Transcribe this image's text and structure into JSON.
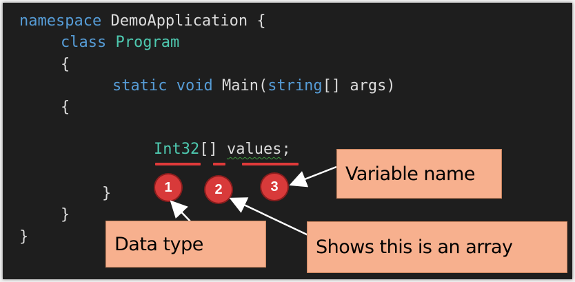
{
  "code": {
    "line1": {
      "kw": "namespace",
      "rest": " DemoApplication {"
    },
    "line2": {
      "kw": "class",
      "sp": " ",
      "type": "Program"
    },
    "line3": "{",
    "line4": {
      "kw1": "static",
      "sp1": " ",
      "kw2": "void",
      "mid": " Main(",
      "kw3": "string",
      "rest": "[] args)"
    },
    "line5": "{",
    "line6": {
      "type": "Int32",
      "brackets": "[]",
      "sp": " ",
      "name": "values",
      "semi": ";"
    },
    "line7": "}",
    "line8": "}",
    "line9": "}"
  },
  "annotations": [
    {
      "number": "1",
      "label": "Data type"
    },
    {
      "number": "2",
      "label": "Shows this is an array"
    },
    {
      "number": "3",
      "label": "Variable name"
    }
  ],
  "colors": {
    "keyword": "#569cd6",
    "type": "#4ec9b0",
    "text": "#dcdcdc",
    "background": "#1e1e1e",
    "marker": "#e03a3a",
    "callout": "#f7b08e"
  }
}
